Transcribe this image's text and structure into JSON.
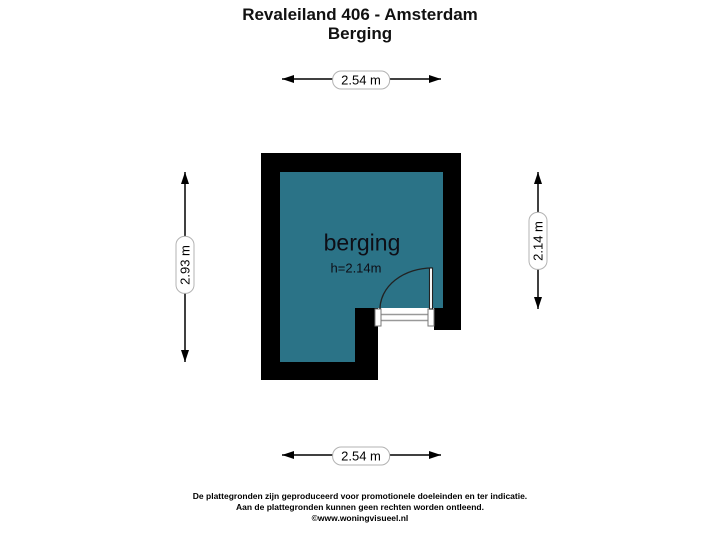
{
  "title": {
    "line1": "Revaleiland 406 - Amsterdam",
    "line2": "Berging"
  },
  "room": {
    "label": "berging",
    "height_label": "h=2.14m"
  },
  "dimensions": {
    "top": "2.54 m",
    "bottom": "2.54 m",
    "left": "2.93 m",
    "right": "2.14 m"
  },
  "footer": {
    "line1": "De plattegronden zijn geproduceerd voor promotionele doeleinden en ter indicatie.",
    "line2": "Aan de plattegronden kunnen geen rechten worden ontleend.",
    "line3": "©www.woningvisueel.nl"
  },
  "colors": {
    "wall": "#000000",
    "room_fill": "#2b7387",
    "threshold_line": "#999999",
    "arrow": "#000000"
  }
}
